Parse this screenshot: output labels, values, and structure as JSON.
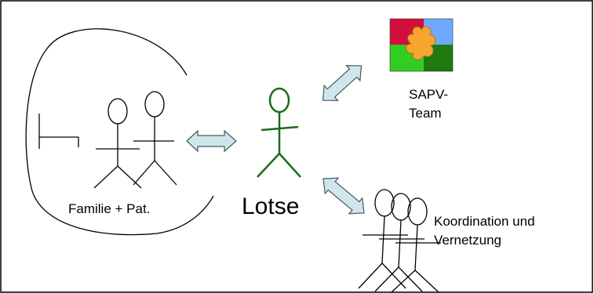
{
  "labels": {
    "family": "Familie + Pat.",
    "lotse": "Lotse",
    "sapv_line1": "SAPV-",
    "sapv_line2": "Team",
    "koord_line1": "Koordination und",
    "koord_line2": "Vernetzung"
  },
  "colors": {
    "stroke": "#000000",
    "lotse": "#1a6b1a",
    "arrow_fill": "#cfe6ea",
    "arrow_stroke": "#3f5a5f",
    "puzzle_red": "#d0103a",
    "puzzle_blue": "#6ea8ff",
    "puzzle_green_light": "#33cc22",
    "puzzle_green_dark": "#1f7a10",
    "puzzle_orange": "#f5a530"
  },
  "icons": {
    "puzzle": "puzzle-icon",
    "bed": "bed-icon"
  }
}
